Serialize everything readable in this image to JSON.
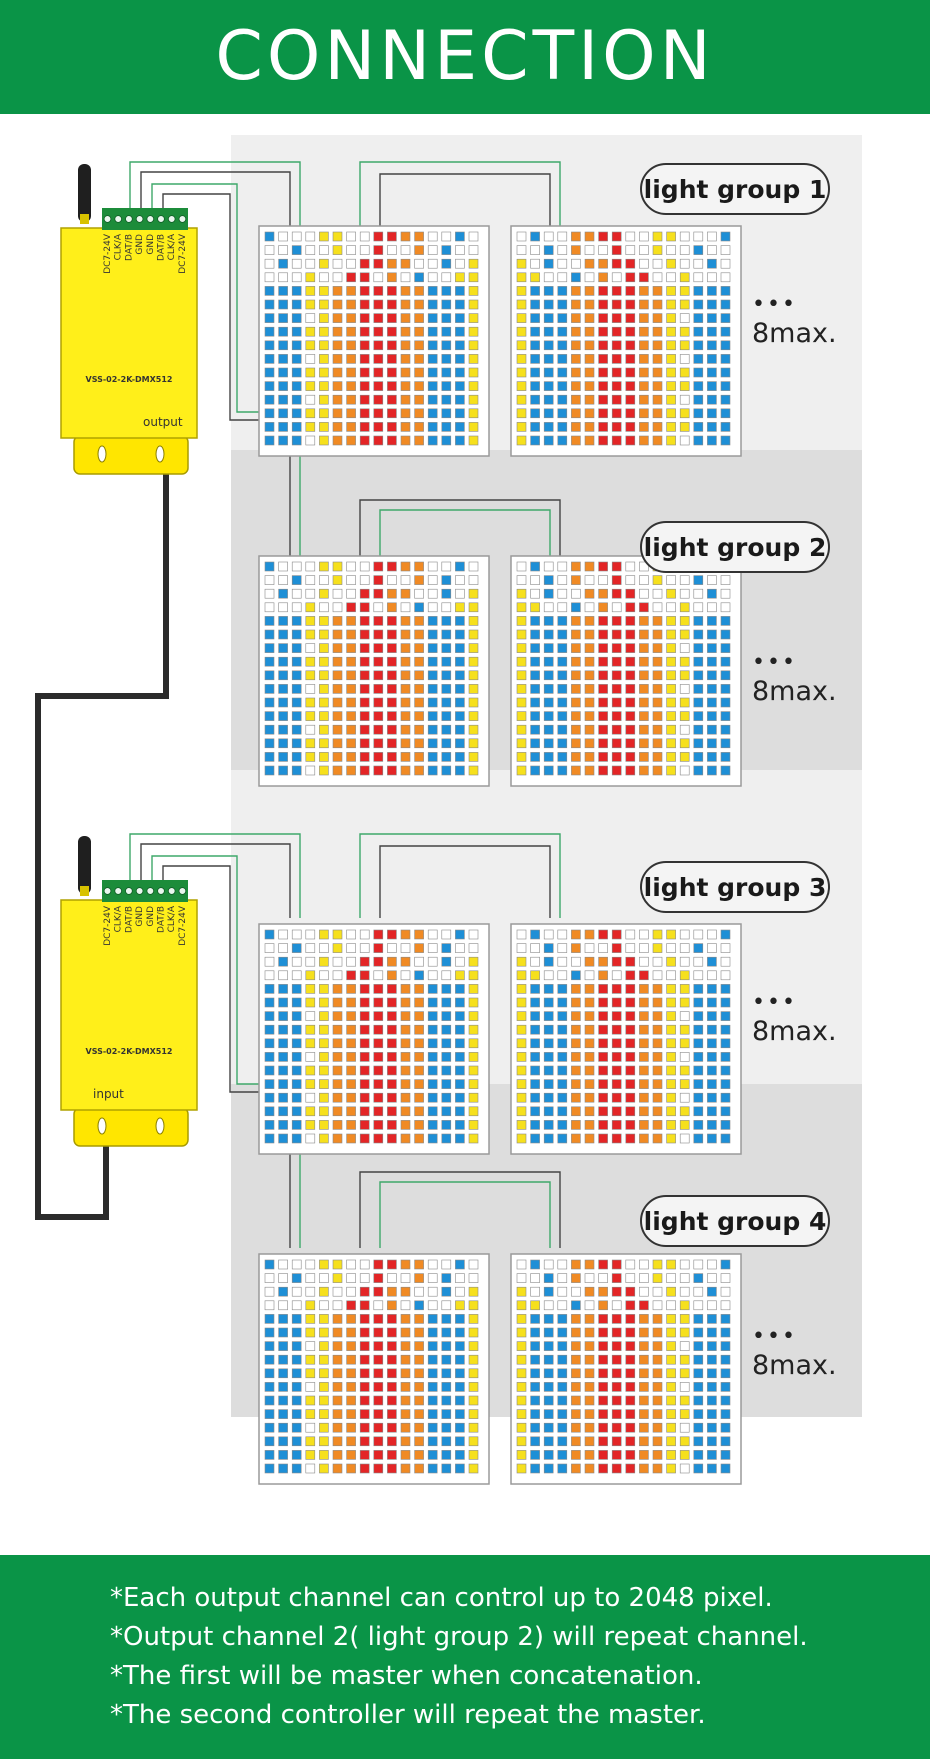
{
  "header": {
    "title": "CONNECTION"
  },
  "groups": [
    {
      "label": "light group 1",
      "ellipsis": "•••",
      "max_label": "8max."
    },
    {
      "label": "light group 2",
      "ellipsis": "•••",
      "max_label": "8max."
    },
    {
      "label": "light group 3",
      "ellipsis": "•••",
      "max_label": "8max."
    },
    {
      "label": "light group 4",
      "ellipsis": "•••",
      "max_label": "8max."
    }
  ],
  "controllers": [
    {
      "model": "VSS-02-2K-DMX512",
      "port_label": "output",
      "terminals": [
        "DC7-24V",
        "CLK/A",
        "DAT/B",
        "GND",
        "GND",
        "DAT/B",
        "CLK/A",
        "DC7-24V"
      ]
    },
    {
      "model": "VSS-02-2K-DMX512",
      "port_label": "input",
      "terminals": [
        "DC7-24V",
        "CLK/A",
        "DAT/B",
        "GND",
        "GND",
        "DAT/B",
        "CLK/A",
        "DC7-24V"
      ]
    }
  ],
  "notes": [
    "*Each output channel can control up to 2048 pixel.",
    "*Output channel 2( light group 2) will repeat channel.",
    "*The first will be master when concatenation.",
    "*The second controller will repeat the master."
  ],
  "colors": {
    "header_green": "#0a9447",
    "panel_light": "#efefef",
    "panel_dark": "#dddddd",
    "controller_yellow": "#ffef1a",
    "terminal_green": "#1c8c3a",
    "pixel_blue": "#1e8fd6",
    "pixel_yellow": "#f6e01d",
    "pixel_red": "#e32526",
    "pixel_orange": "#f08a24",
    "pixel_off": "#ffffff"
  }
}
